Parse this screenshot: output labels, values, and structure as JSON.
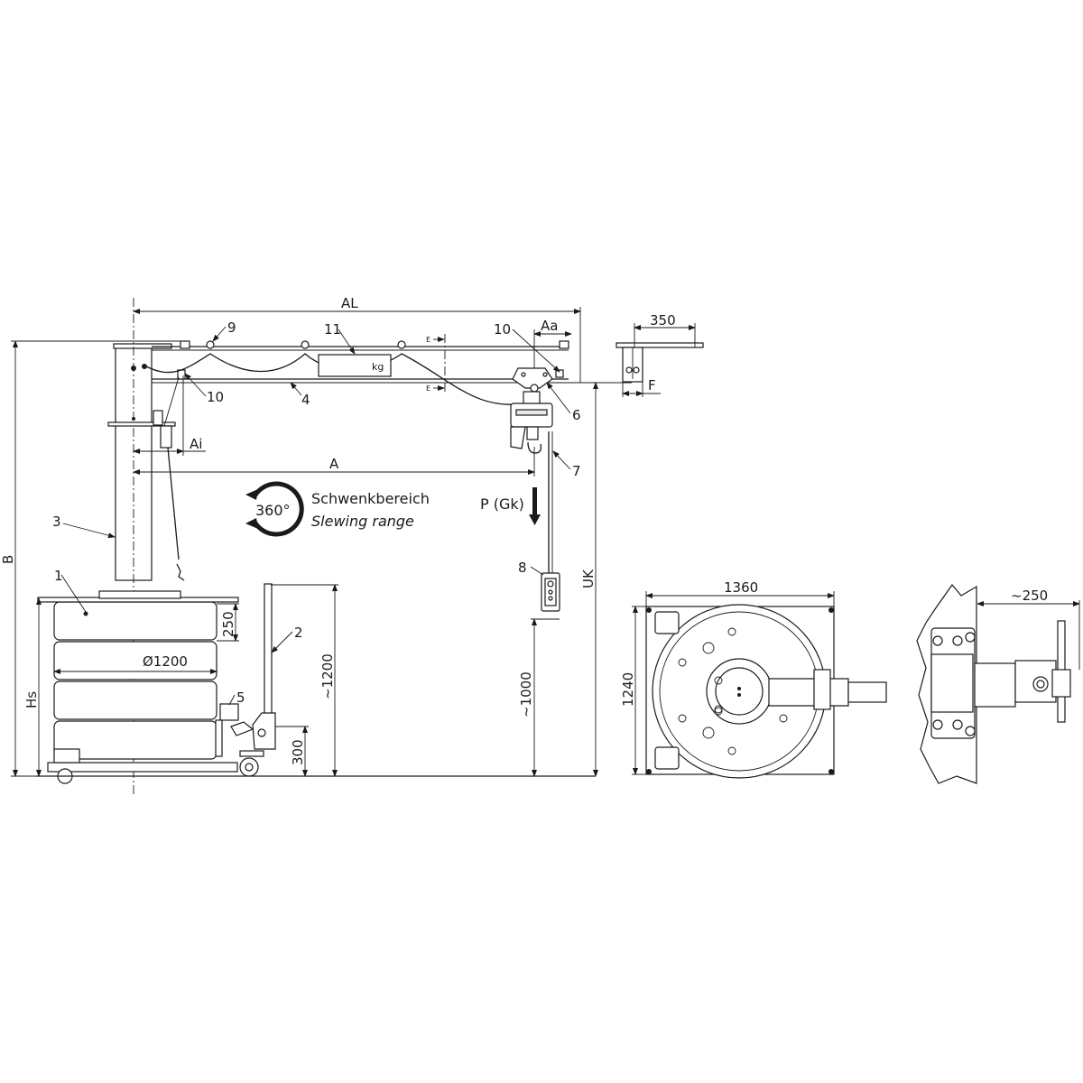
{
  "drawing": {
    "title": "Mobile slewing crane technical drawing",
    "dimensions": {
      "AL": "AL",
      "Aa": "Aa",
      "Ai": "Ai",
      "A": "A",
      "B": "B",
      "Hs": "Hs",
      "UK": "UK",
      "F": "F",
      "d350": "350",
      "d250": "250",
      "d1200dia": "Ø1200",
      "d1200": "~1200",
      "d300": "300",
      "d1000": "~1000",
      "d1360": "1360",
      "d1240": "1240",
      "d250wall": "~250"
    },
    "section_marks": {
      "top": "E",
      "bottom": "E"
    },
    "labels": {
      "slew_angle": "360°",
      "slew_de": "Schwenkbereich",
      "slew_en": "Slewing range",
      "load": "P (Gk)",
      "kg_sign": "kg"
    },
    "callouts": [
      "1",
      "2",
      "3",
      "4",
      "5",
      "6",
      "7",
      "8",
      "9",
      "10",
      "10",
      "11"
    ],
    "colors": {
      "line": "#1a1a1a",
      "background": "#ffffff"
    }
  }
}
